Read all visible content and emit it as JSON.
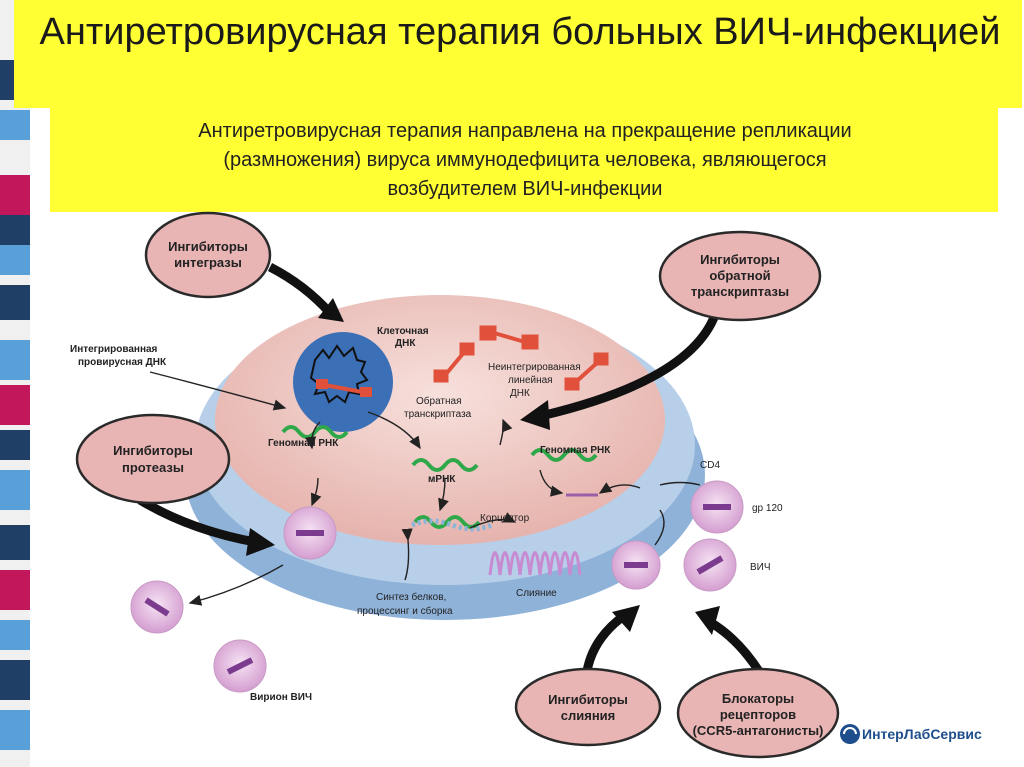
{
  "header": {
    "title": "Антиретровирусная терапия больных ВИЧ-инфекцией",
    "subtitle_lines": [
      "Антиретровирусная терапия направлена на прекращение репликации",
      "(размножения) вируса иммунодефицита человека, являющегося",
      "возбудителем ВИЧ-инфекции"
    ]
  },
  "inhibitors": {
    "integrase": [
      "Ингибиторы",
      "интегразы"
    ],
    "reverse_transcriptase": [
      "Ингибиторы",
      "обратной",
      "транскриптазы"
    ],
    "protease": [
      "Ингибиторы",
      "протеазы"
    ],
    "fusion": [
      "Ингибиторы",
      "слияния"
    ],
    "receptor_blockers": [
      "Блокаторы",
      "рецепторов",
      "(CCR5-антагонисты)"
    ]
  },
  "labels": {
    "cellular_dna": [
      "Клеточная",
      "ДНК"
    ],
    "integrated_dna": [
      "Интегрированная",
      "провирусная ДНК"
    ],
    "unintegrated_dna": [
      "Неинтегрированная",
      "линейная",
      "ДНК"
    ],
    "reverse_transcriptase": [
      "Обратная",
      "транскриптаза"
    ],
    "genomic_rna_left": "Геномная РНК",
    "genomic_rna_right": "Геномная РНК",
    "mrna": "мРНК",
    "coreceptor": "Корцептор",
    "fusion": "Слияние",
    "synthesis": [
      "Синтез белков,",
      "процессинг и сборка"
    ],
    "cd4": "CD4",
    "gp120": "gp 120",
    "hiv": "ВИЧ",
    "virion": "Вирион ВИЧ"
  },
  "brand": {
    "name": "ИнтерЛабСервис"
  },
  "colors": {
    "title_bg": "#ffff33",
    "inhibitor_fill": "#e8b4b4",
    "cell_outer": "#a9c3e3",
    "cell_inner": "#f0c8bc",
    "nucleus": "#3b6fb6",
    "dna_red": "#e0503a",
    "rna_green": "#2fa84a",
    "virion": "#e7c0e4"
  }
}
